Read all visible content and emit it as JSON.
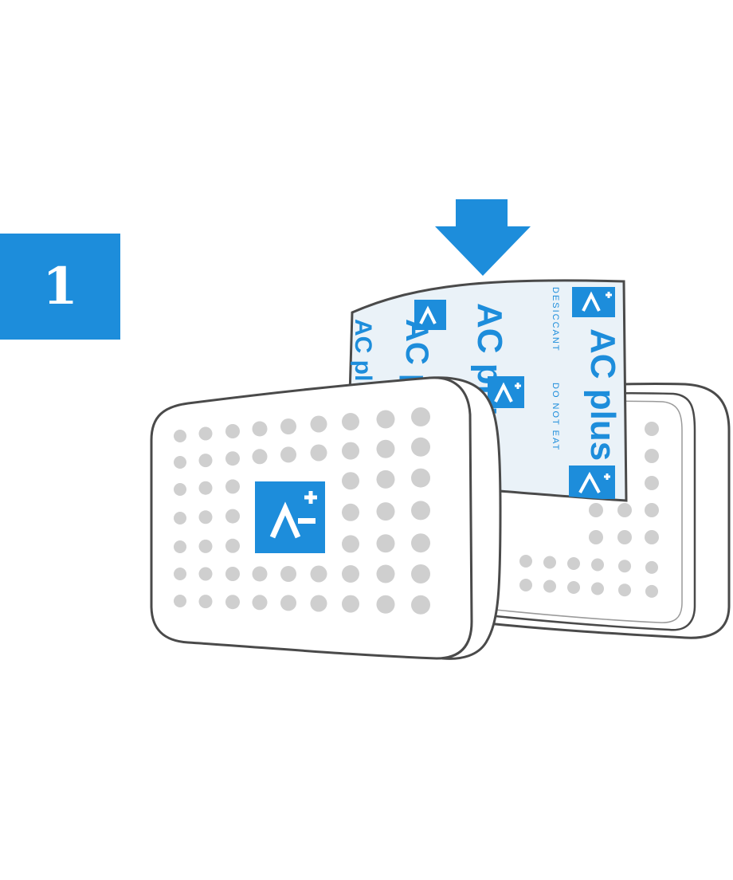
{
  "step": {
    "number": "1"
  },
  "sachet": {
    "brand": "AC plus",
    "warning": "DO NOT EAT",
    "small_text": "DESICCANT"
  },
  "colors": {
    "accent": "#1d8ddb",
    "outline": "#4a4a4a",
    "dot": "#cfcfcf",
    "sachet_fill": "#eaf2f8"
  },
  "icons": [
    "down-arrow-icon",
    "ac-plus-logo-icon"
  ]
}
